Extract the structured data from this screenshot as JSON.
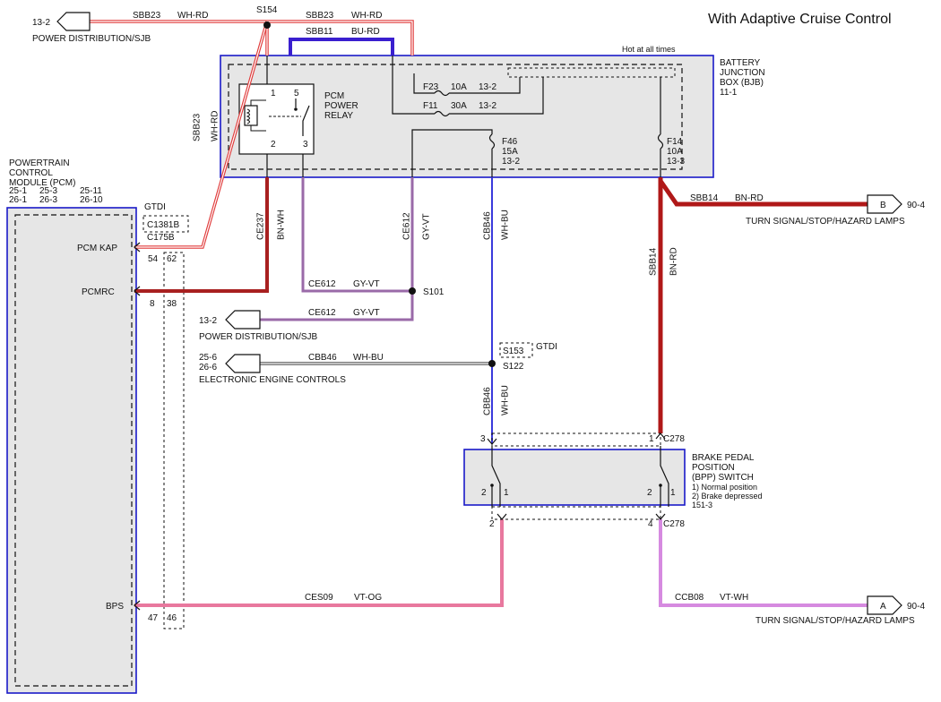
{
  "title": "With Adaptive Cruise Control",
  "colors": {
    "wh_rd": "#e03c3c",
    "bu_rd": "#3a1fcf",
    "bn_wh": "#a82020",
    "gy_vt": "#9a6aa8",
    "wh_bu": "#3a3adc",
    "bn_rd": "#b01818",
    "vt_og": "#e8789e",
    "vt_wh": "#d68ae0",
    "box_border": "#1a1ac8",
    "box_fill": "#e6e6e6"
  },
  "pcm": {
    "name_lines": [
      "POWERTRAIN",
      "CONTROL",
      "MODULE (PCM)"
    ],
    "ref_row1": [
      "25-1",
      "25-3",
      "25-11"
    ],
    "ref_row2": [
      "26-1",
      "26-3",
      "26-10"
    ],
    "pin_kap": "PCM KAP",
    "pin_pcmrc": "PCMRC",
    "pin_bps": "BPS",
    "gtdi": "GTDI",
    "conn1": "C1381B",
    "conn2": "C175B",
    "pins": [
      "54",
      "62",
      "8",
      "38",
      "47",
      "46"
    ]
  },
  "bjb": {
    "name_lines": [
      "BATTERY",
      "JUNCTION",
      "BOX (BJB)",
      "11-1"
    ],
    "hot": "Hot at all times",
    "relay_lines": [
      "PCM",
      "POWER",
      "RELAY"
    ],
    "relay_pins": [
      "1",
      "5",
      "2",
      "3"
    ],
    "f23": [
      "F23",
      "10A",
      "13-2"
    ],
    "f11": [
      "F11",
      "30A",
      "13-2"
    ],
    "f46": [
      "F46",
      "15A",
      "13-2"
    ],
    "f14": [
      "F14",
      "10A",
      "13-3"
    ]
  },
  "wires": {
    "sbb23": "SBB23",
    "wh_rd": "WH-RD",
    "sbb11": "SBB11",
    "bu_rd": "BU-RD",
    "ce237": "CE237",
    "bn_wh": "BN-WH",
    "ce612": "CE612",
    "gy_vt": "GY-VT",
    "cbb46": "CBB46",
    "wh_bu": "WH-BU",
    "sbb14": "SBB14",
    "bn_rd": "BN-RD",
    "ces09": "CES09",
    "vt_og": "VT-OG",
    "ccb08": "CCB08",
    "vt_wh": "VT-WH"
  },
  "splices": {
    "s154": "S154",
    "s101": "S101",
    "s153": "S153",
    "s122": "S122",
    "gtdi": "GTDI"
  },
  "refs": {
    "top_left_page": "13-2",
    "top_left_label": "POWER DISTRIBUTION/SJB",
    "mid_page": "13-2",
    "mid_label": "POWER DISTRIBUTION/SJB",
    "eec_page1": "25-6",
    "eec_page2": "26-6",
    "eec_label": "ELECTRONIC ENGINE CONTROLS",
    "b_letter": "B",
    "b_page": "90-4",
    "b_label": "TURN SIGNAL/STOP/HAZARD LAMPS",
    "a_letter": "A",
    "a_page": "90-4",
    "a_label": "TURN SIGNAL/STOP/HAZARD LAMPS"
  },
  "bpp": {
    "name_lines": [
      "BRAKE PEDAL",
      "POSITION",
      "(BPP) SWITCH",
      "1) Normal position",
      "2) Brake depressed",
      "151-3"
    ],
    "c278": "C278",
    "pin3": "3",
    "pin1": "1",
    "pin2": "2",
    "pin4": "4",
    "sw_l2": "2",
    "sw_l1": "1",
    "sw_r2": "2",
    "sw_r1": "1"
  }
}
